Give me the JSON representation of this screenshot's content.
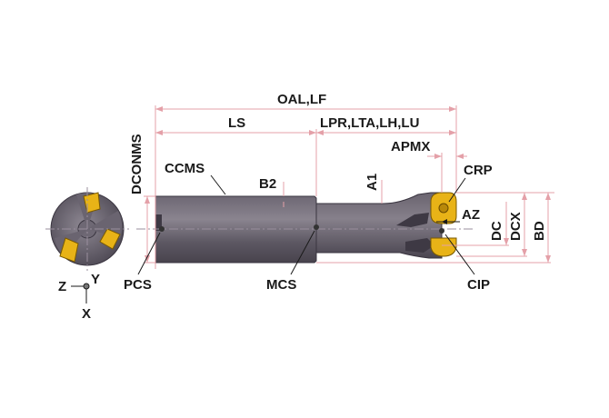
{
  "labels": {
    "oal": "OAL,LF",
    "ls": "LS",
    "lpr": "LPR,LTA,LH,LU",
    "apmx": "APMX",
    "dconms": "DCONMS",
    "ccms": "CCMS",
    "b2": "B2",
    "a1": "A1",
    "crp": "CRP",
    "az": "AZ",
    "dc": "DC",
    "dcx": "DCX",
    "bd": "BD",
    "pcs": "PCS",
    "mcs": "MCS",
    "cip": "CIP",
    "axis_z": "Z",
    "axis_y": "Y",
    "axis_x": "X"
  },
  "colors": {
    "tool_body": "#5a5560",
    "tool_body_light": "#807a86",
    "insert": "#e8b317",
    "dimension_line": "#e4a0a8",
    "text": "#1a1a1a"
  }
}
